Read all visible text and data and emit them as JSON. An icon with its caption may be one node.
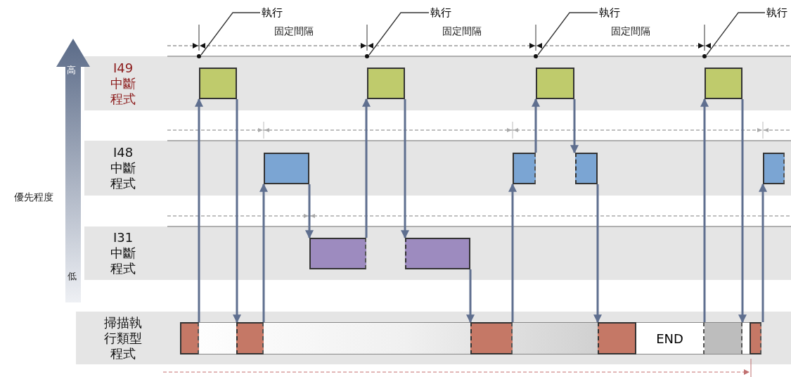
{
  "diagram": {
    "nodes": [
      {
        "text": [
          "執行"
        ]
      },
      {
        "text": [
          "執行"
        ]
      },
      {
        "text": [
          "執行"
        ]
      },
      {
        "text": [
          "執行"
        ]
      },
      {
        "text": [
          "I49 中斷程式"
        ]
      },
      {
        "text": [],
        "shape": "box",
        "in": 4
      },
      {
        "text": [],
        "shape": "box",
        "in": 4
      },
      {
        "text": [],
        "shape": "box",
        "in": 4
      },
      {
        "text": [],
        "shape": "box",
        "in": 4
      },
      {
        "text": [
          "I48 中斷程式"
        ]
      },
      {
        "text": [],
        "shape": "box",
        "in": 9
      },
      {
        "text": [],
        "shape": "box",
        "in": 9
      },
      {
        "text": [],
        "shape": "box",
        "in": 9
      },
      {
        "text": [],
        "shape": "box",
        "in": 9
      },
      {
        "text": [
          "I31 中斷程式"
        ]
      },
      {
        "text": [],
        "shape": "box",
        "in": 14
      },
      {
        "text": [],
        "shape": "box",
        "in": 14
      },
      {
        "text": [
          "掃描執行類型程式"
        ]
      },
      {
        "text": [],
        "shape": "box",
        "in": 17
      },
      {
        "text": [],
        "shape": "box",
        "in": 17
      },
      {
        "text": [],
        "shape": "box",
        "in": 17
      },
      {
        "text": [],
        "shape": "box",
        "in": 17
      },
      {
        "text": [
          "END"
        ],
        "in": 17
      },
      {
        "text": [],
        "shape": "box",
        "in": 17
      },
      {
        "text": [],
        "shape": "box",
        "in": 17
      },
      {
        "text": [],
        "shape": "circle"
      },
      {
        "text": [],
        "shape": "circle"
      },
      {
        "text": [],
        "shape": "circle"
      },
      {
        "text": [],
        "shape": "circle"
      }
    ],
    "edges": [
      {
        "from": 0,
        "to": 25,
        "arrow": "none",
        "color": "#333333"
      },
      {
        "from": 1,
        "to": 26,
        "arrow": "none",
        "color": "#333333"
      },
      {
        "from": 2,
        "to": 27,
        "arrow": "none",
        "color": "#333333"
      },
      {
        "from": 3,
        "to": 28,
        "arrow": "none",
        "color": "#333333"
      },
      {
        "from": 18,
        "to": 5,
        "arrow": "to"
      },
      {
        "from": 5,
        "to": 19,
        "arrow": "to"
      },
      {
        "from": 19,
        "to": 10,
        "arrow": "to"
      },
      {
        "from": 10,
        "to": 15,
        "arrow": "to"
      },
      {
        "from": 15,
        "to": 6,
        "arrow": "to"
      },
      {
        "from": 6,
        "to": 16,
        "arrow": "to"
      },
      {
        "from": 16,
        "to": 20,
        "arrow": "to"
      },
      {
        "from": 20,
        "to": 11,
        "arrow": "to"
      },
      {
        "from": 11,
        "to": 7,
        "arrow": "to"
      },
      {
        "from": 7,
        "to": 12,
        "arrow": "to"
      },
      {
        "from": 12,
        "to": 21,
        "arrow": "to"
      },
      {
        "from": 22,
        "to": 8,
        "arrow": "to"
      },
      {
        "from": 8,
        "to": 24,
        "arrow": "to"
      },
      {
        "from": 24,
        "to": 13,
        "arrow": "to"
      }
    ],
    "labels": [
      "固定間隔",
      "固定間隔",
      "固定間隔",
      "優先程度",
      "高",
      "低"
    ]
  }
}
